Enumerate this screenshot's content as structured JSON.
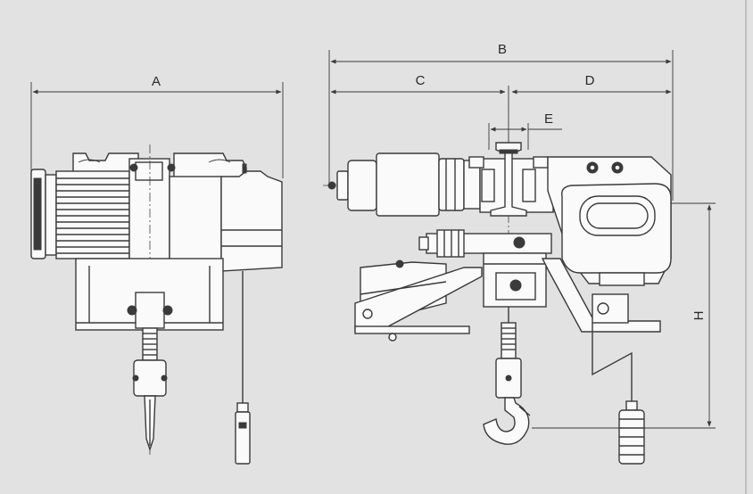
{
  "diagram": {
    "dimension_labels": {
      "a": "A",
      "b": "B",
      "c": "C",
      "d": "D",
      "e": "E",
      "h": "H"
    },
    "colors": {
      "background": "#e2e2e2",
      "line": "#3a3a3a",
      "fill": "#fafafa"
    }
  }
}
